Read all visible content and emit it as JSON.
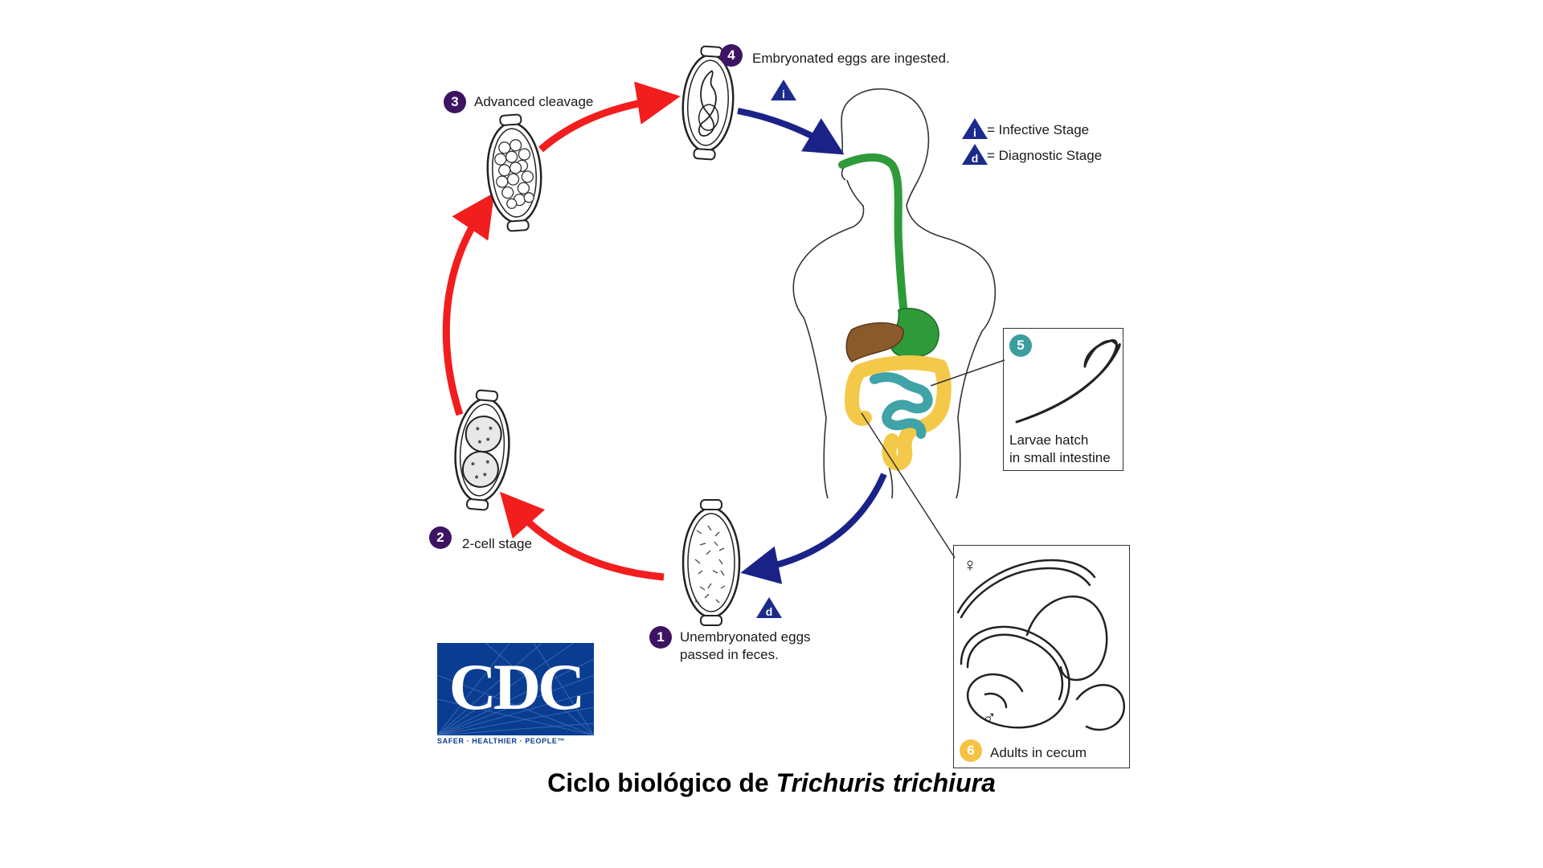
{
  "title": {
    "text": "Ciclo biológico de ",
    "species": "Trichuris trichiura"
  },
  "stages": [
    {
      "num": "1",
      "label_line1": "Unembryonated eggs",
      "label_line2": "passed in feces."
    },
    {
      "num": "2",
      "label": "2-cell stage"
    },
    {
      "num": "3",
      "label": "Advanced cleavage"
    },
    {
      "num": "4",
      "label": "Embryonated eggs are ingested."
    },
    {
      "num": "5",
      "label_line1": "Larvae hatch",
      "label_line2": "in small intestine"
    },
    {
      "num": "6",
      "label": "Adults in cecum"
    }
  ],
  "legend": {
    "infective": {
      "symbol": "i",
      "label": "= Infective Stage"
    },
    "diagnostic": {
      "symbol": "d",
      "label": "= Diagnostic Stage"
    }
  },
  "sex_symbols": {
    "female": "♀",
    "male": "♂"
  },
  "logo": {
    "text": "CDC",
    "tagline": "SAFER · HEALTHIER · PEOPLE™"
  },
  "colors": {
    "stage_number_purple": "#3d1463",
    "stage5_teal": "#3a9e9e",
    "stage6_yellow": "#f5c242",
    "triangle_blue": "#1b2a8c",
    "arrow_red": "#f21d1d",
    "arrow_blue": "#1b2287",
    "esophagus_stomach_green": "#2f9a3a",
    "liver_brown": "#8b5a2b",
    "small_intestine_teal": "#3fa3a7",
    "large_intestine_yellow": "#f4c94a",
    "cdc_blue": "#0a3d91"
  }
}
